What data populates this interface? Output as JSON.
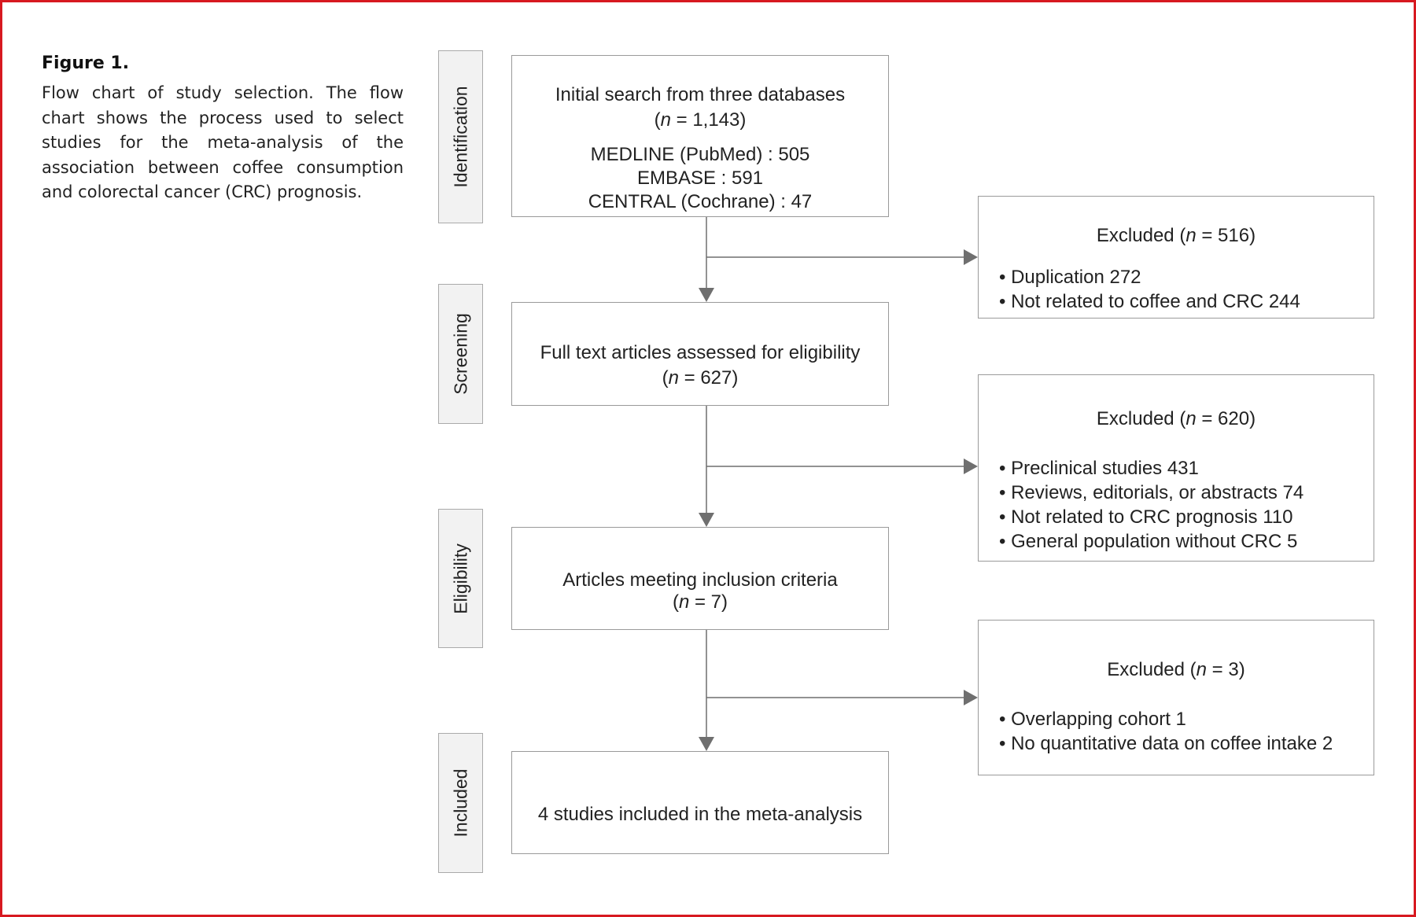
{
  "caption": {
    "title": "Figure 1.",
    "text": "Flow chart of study selection. The flow chart shows the process used to select studies for the meta-analysis of the association between coffee consumption and colorectal cancer (CRC) prognosis."
  },
  "stages": [
    "Identification",
    "Screening",
    "Eligibility",
    "Included"
  ],
  "boxes": {
    "initial": {
      "line1": "Initial search from three databases",
      "n_label": "(n = 1,143)",
      "sources": [
        "MEDLINE (PubMed) : 505",
        "EMBASE : 591",
        "CENTRAL (Cochrane) : 47"
      ]
    },
    "fulltext": {
      "line1": "Full text articles assessed for eligibility",
      "n_label": "(n = 627)"
    },
    "eligible": {
      "line1": "Articles meeting inclusion criteria",
      "n_label": "(n = 7)"
    },
    "included": {
      "line1": "4 studies included  in the meta-analysis"
    }
  },
  "exclusions": [
    {
      "title": "Excluded (n = 516)",
      "items": [
        "Duplication 272",
        "Not related to coffee and CRC 244"
      ]
    },
    {
      "title": "Excluded (n = 620)",
      "items": [
        "Preclinical studies 431",
        "Reviews, editorials, or abstracts 74",
        "Not related to CRC prognosis 110",
        "General population without CRC 5"
      ]
    },
    {
      "title": "Excluded (n = 3)",
      "items": [
        "Overlapping cohort 1",
        "No quantitative data on coffee intake 2"
      ]
    }
  ],
  "colors": {
    "frame": "#d71920",
    "box_border": "#9a9a9a",
    "stage_fill": "#f2f2f2",
    "arrow": "#6f6f6f"
  }
}
